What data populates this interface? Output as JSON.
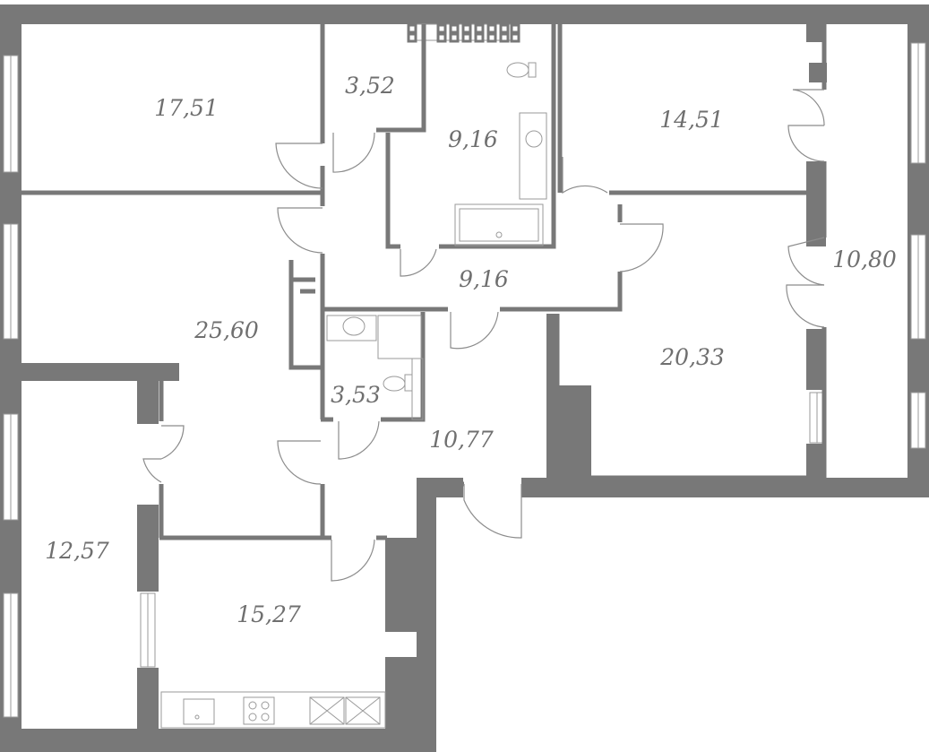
{
  "rooms": [
    {
      "id": "bedroom-nw",
      "area": "17,51"
    },
    {
      "id": "wardrobe-n",
      "area": "3,52"
    },
    {
      "id": "bathroom-n",
      "area": "9,16"
    },
    {
      "id": "bedroom-ne",
      "area": "14,51"
    },
    {
      "id": "hall-central",
      "area": "9,16"
    },
    {
      "id": "loggia-e",
      "area": "10,80"
    },
    {
      "id": "living-room",
      "area": "25,60"
    },
    {
      "id": "bedroom-e",
      "area": "20,33"
    },
    {
      "id": "wc-central",
      "area": "3,53"
    },
    {
      "id": "hall-south",
      "area": "10,77"
    },
    {
      "id": "bedroom-sw",
      "area": "12,57"
    },
    {
      "id": "kitchen",
      "area": "15,27"
    }
  ],
  "colors": {
    "wall": "#787878",
    "text": "#6f6f6f",
    "background": "#ffffff"
  }
}
